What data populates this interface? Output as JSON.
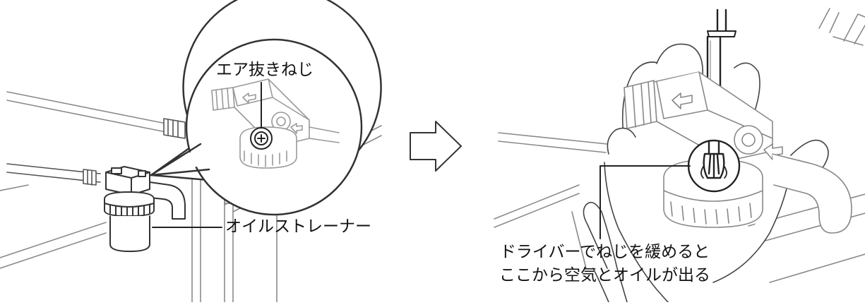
{
  "labels": {
    "air_bleed_screw": "エア抜きねじ",
    "oil_strainer": "オイルストレーナー",
    "instruction_line1": "ドライバーでねじを緩めると",
    "instruction_line2": "ここから空気とオイルが出る"
  },
  "colors": {
    "line": "#333333",
    "light_line": "#8a8a8a",
    "fill": "#ffffff",
    "background": "#ffffff"
  }
}
